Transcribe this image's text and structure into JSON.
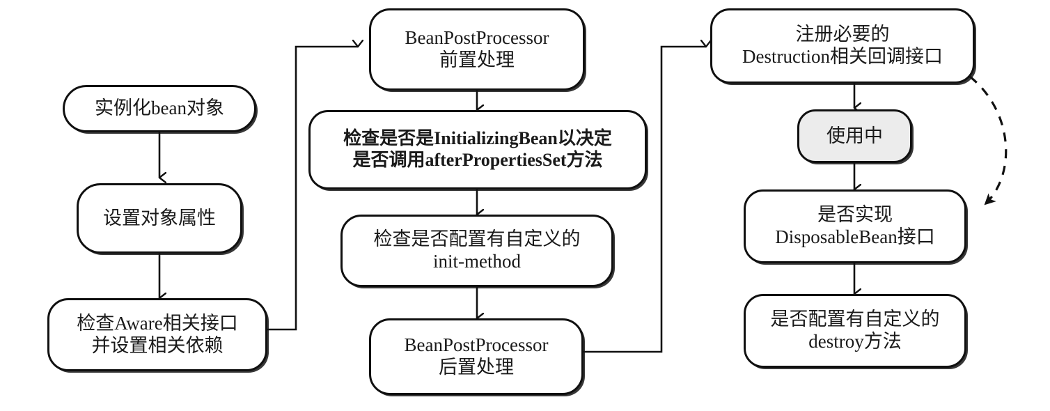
{
  "diagram": {
    "title": "Spring Bean Lifecycle Flowchart",
    "colors": {
      "stroke": "#101010",
      "node_fill": "#ffffff",
      "highlight_fill": "#ececec",
      "text": "#1a1a1a"
    },
    "nodes": [
      {
        "id": "instantiate",
        "label": "实例化bean对象"
      },
      {
        "id": "set-properties",
        "label": "设置对象属性"
      },
      {
        "id": "check-aware",
        "label": "检查Aware相关接口\n并设置相关依赖"
      },
      {
        "id": "bpp-before",
        "label": "BeanPostProcessor\n前置处理"
      },
      {
        "id": "initializing-bean",
        "label": "检查是否是InitializingBean以决定\n是否调用afterPropertiesSet方法"
      },
      {
        "id": "init-method",
        "label": "检查是否配置有自定义的\ninit-method"
      },
      {
        "id": "bpp-after",
        "label": "BeanPostProcessor\n后置处理"
      },
      {
        "id": "register-destruction",
        "label": "注册必要的\nDestruction相关回调接口"
      },
      {
        "id": "in-use",
        "label": "使用中"
      },
      {
        "id": "disposable-bean",
        "label": "是否实现\nDisposableBean接口"
      },
      {
        "id": "destroy-method",
        "label": "是否配置有自定义的\ndestroy方法"
      }
    ],
    "edges": [
      {
        "from": "instantiate",
        "to": "set-properties",
        "style": "solid"
      },
      {
        "from": "set-properties",
        "to": "check-aware",
        "style": "solid"
      },
      {
        "from": "check-aware",
        "to": "bpp-before",
        "style": "solid"
      },
      {
        "from": "bpp-before",
        "to": "initializing-bean",
        "style": "solid"
      },
      {
        "from": "initializing-bean",
        "to": "init-method",
        "style": "solid"
      },
      {
        "from": "init-method",
        "to": "bpp-after",
        "style": "solid"
      },
      {
        "from": "bpp-after",
        "to": "register-destruction",
        "style": "solid"
      },
      {
        "from": "register-destruction",
        "to": "in-use",
        "style": "solid"
      },
      {
        "from": "in-use",
        "to": "disposable-bean",
        "style": "solid"
      },
      {
        "from": "disposable-bean",
        "to": "destroy-method",
        "style": "solid"
      },
      {
        "from": "register-destruction",
        "to": "disposable-bean",
        "style": "dashed"
      }
    ]
  }
}
